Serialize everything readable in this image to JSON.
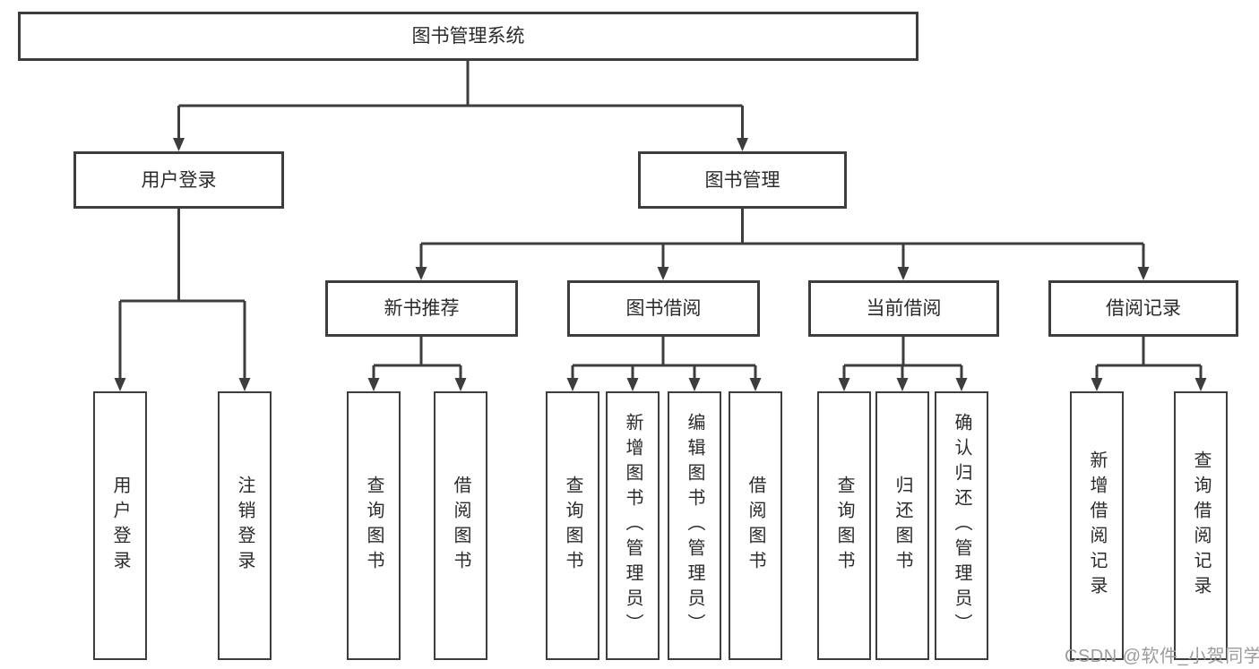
{
  "tree": {
    "label": "图书管理系统",
    "children": [
      {
        "label": "用户登录",
        "children": [
          {
            "label": "用户登录"
          },
          {
            "label": "注销登录"
          }
        ]
      },
      {
        "label": "图书管理",
        "children": [
          {
            "label": "新书推荐",
            "children": [
              {
                "label": "查询图书"
              },
              {
                "label": "借阅图书"
              }
            ]
          },
          {
            "label": "图书借阅",
            "children": [
              {
                "label": "查询图书"
              },
              {
                "label": "新增图书（管理员）"
              },
              {
                "label": "编辑图书（管理员）"
              },
              {
                "label": "借阅图书"
              }
            ]
          },
          {
            "label": "当前借阅",
            "children": [
              {
                "label": "查询图书"
              },
              {
                "label": "归还图书"
              },
              {
                "label": "确认归还（管理员）"
              }
            ]
          },
          {
            "label": "借阅记录",
            "children": [
              {
                "label": "新增借阅记录"
              },
              {
                "label": "查询借阅记录"
              }
            ]
          }
        ]
      }
    ]
  },
  "watermark": {
    "text": "CSDN @软件_小贺同学",
    "color": "#9c9c9c"
  },
  "colors": {
    "line": "#3d3d3d",
    "text": "#2b2b2b",
    "background": "#ffffff"
  }
}
